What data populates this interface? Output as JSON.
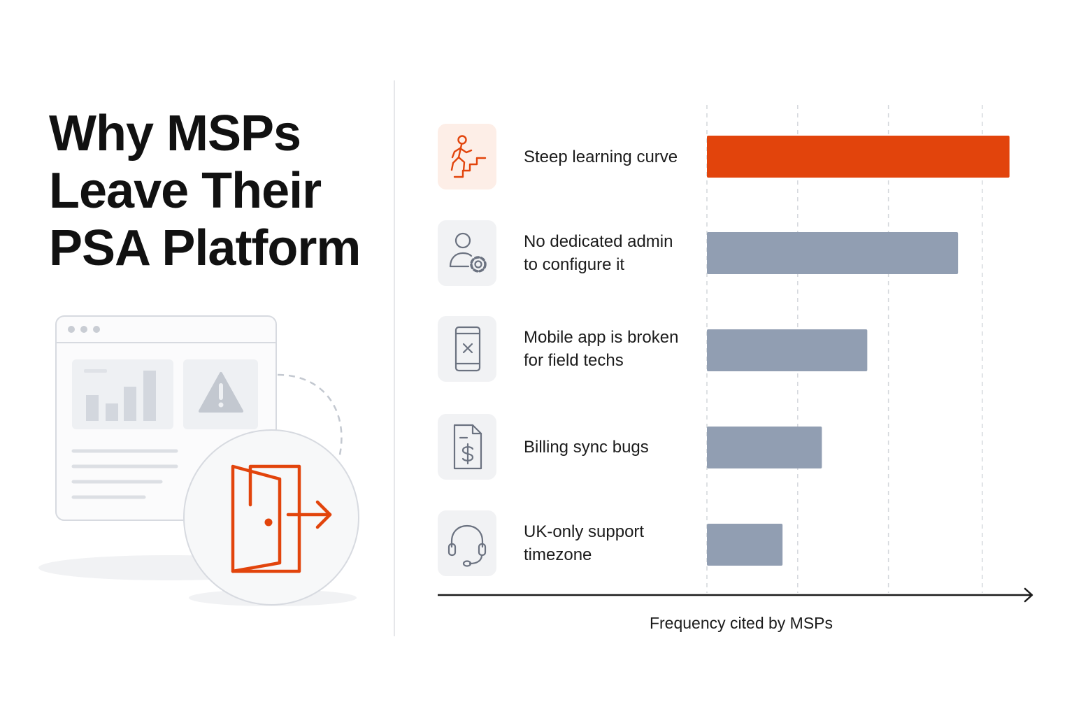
{
  "title_lines": [
    "Why MSPs",
    "Leave Their",
    "PSA Platform"
  ],
  "colors": {
    "accent": "#e2440c",
    "bar_default": "#919eb2",
    "icon_stroke": "#6b7280"
  },
  "rows": [
    {
      "label": "Steep learning curve",
      "icon": "stair-climber-icon"
    },
    {
      "label": "No dedicated admin\nto configure it",
      "icon": "user-gear-icon"
    },
    {
      "label": "Mobile app is broken\nfor field techs",
      "icon": "broken-mobile-icon"
    },
    {
      "label": "Billing sync bugs",
      "icon": "invoice-dollar-icon"
    },
    {
      "label": "UK-only support\ntimezone",
      "icon": "headset-icon"
    }
  ],
  "chart_data": {
    "type": "bar",
    "orientation": "horizontal",
    "categories": [
      "Steep learning curve",
      "No dedicated admin to configure it",
      "Mobile app is broken for field techs",
      "Billing sync bugs",
      "UK-only support timezone"
    ],
    "values": [
      100,
      83,
      53,
      38,
      25
    ],
    "highlight_index": 0,
    "xlabel": "Frequency cited by MSPs",
    "xlim": [
      0,
      107
    ],
    "gridlines_at": [
      0,
      30,
      60,
      91
    ],
    "grid": "dashed-vertical",
    "tick_labels": false
  }
}
